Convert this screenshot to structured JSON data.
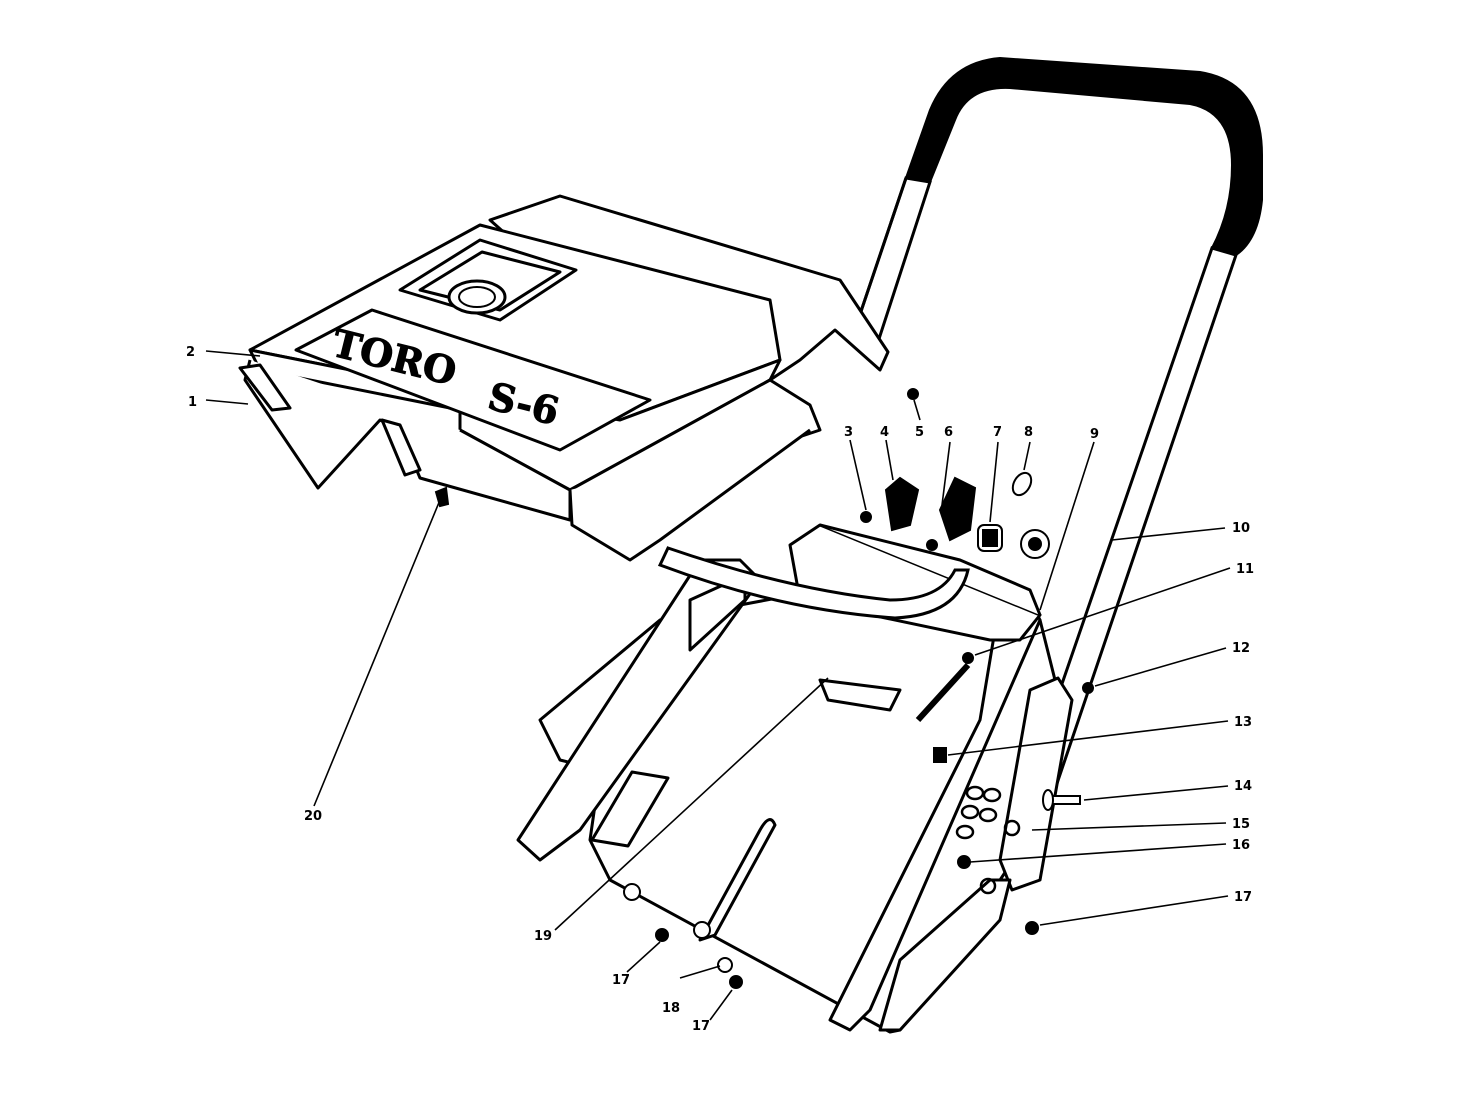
{
  "logo": {
    "brand": "TORO",
    "model": "S-6"
  },
  "callouts": [
    {
      "id": "c1",
      "label": "1"
    },
    {
      "id": "c2",
      "label": "2"
    },
    {
      "id": "c3",
      "label": "3"
    },
    {
      "id": "c4",
      "label": "4"
    },
    {
      "id": "c5",
      "label": "5"
    },
    {
      "id": "c6",
      "label": "6"
    },
    {
      "id": "c7",
      "label": "7"
    },
    {
      "id": "c8",
      "label": "8"
    },
    {
      "id": "c9",
      "label": "9"
    },
    {
      "id": "c10",
      "label": "10"
    },
    {
      "id": "c11",
      "label": "11"
    },
    {
      "id": "c12",
      "label": "12"
    },
    {
      "id": "c13",
      "label": "13"
    },
    {
      "id": "c14",
      "label": "14"
    },
    {
      "id": "c15",
      "label": "15"
    },
    {
      "id": "c16",
      "label": "16"
    },
    {
      "id": "c17a",
      "label": "17"
    },
    {
      "id": "c17b",
      "label": "17"
    },
    {
      "id": "c17c",
      "label": "17"
    },
    {
      "id": "c18",
      "label": "18"
    },
    {
      "id": "c19",
      "label": "19"
    },
    {
      "id": "c20",
      "label": "20"
    }
  ]
}
